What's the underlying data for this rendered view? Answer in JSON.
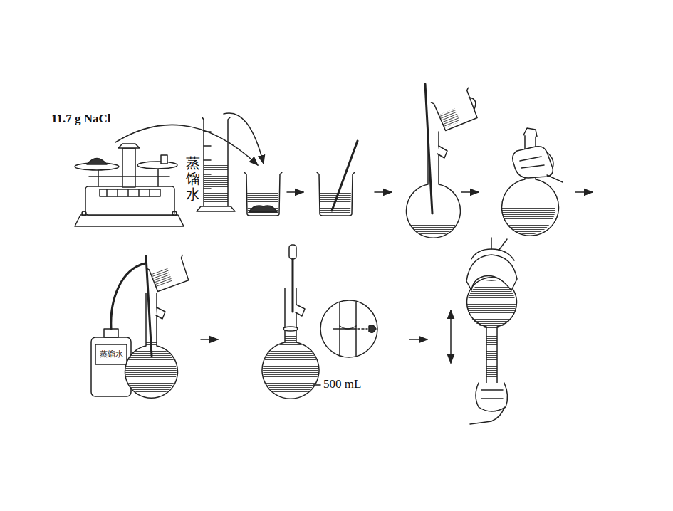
{
  "diagram": {
    "labels": [
      "11.7 g NaCl",
      "蒸馏水",
      "蒸馏水",
      "500 mL"
    ]
  }
}
